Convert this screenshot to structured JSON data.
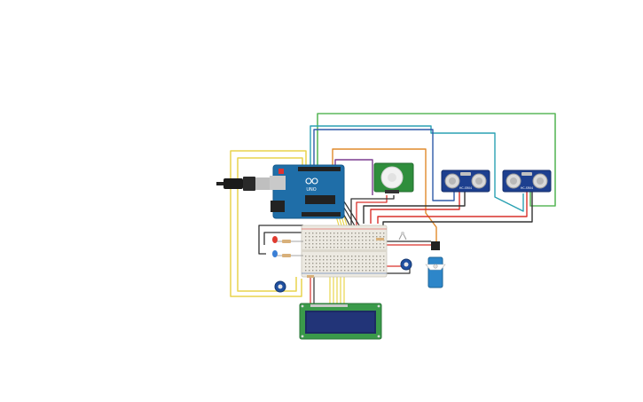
{
  "arduino": {
    "brand": "UNO"
  },
  "ultrasonic_1": {
    "label": "HC-SR04"
  },
  "ultrasonic_2": {
    "label": "HC-SR04"
  },
  "colors": {
    "background": "#ffffff",
    "arduino_blue": "#1f6ea8",
    "breadboard": "#ece9e1",
    "lcd_green": "#3a9a4a",
    "lcd_screen": "#1c2a63",
    "pir_green": "#2f8e3c",
    "servo_blue": "#2d86c9",
    "ultrasonic_blue": "#1d3f8f",
    "wire_green": "#5cb85c",
    "wire_teal": "#2aa1b3",
    "wire_orange": "#e08a2c",
    "wire_yellow": "#e8d44d",
    "wire_red": "#d9312b",
    "wire_black": "#333333",
    "wire_purple": "#7b3b8f"
  }
}
